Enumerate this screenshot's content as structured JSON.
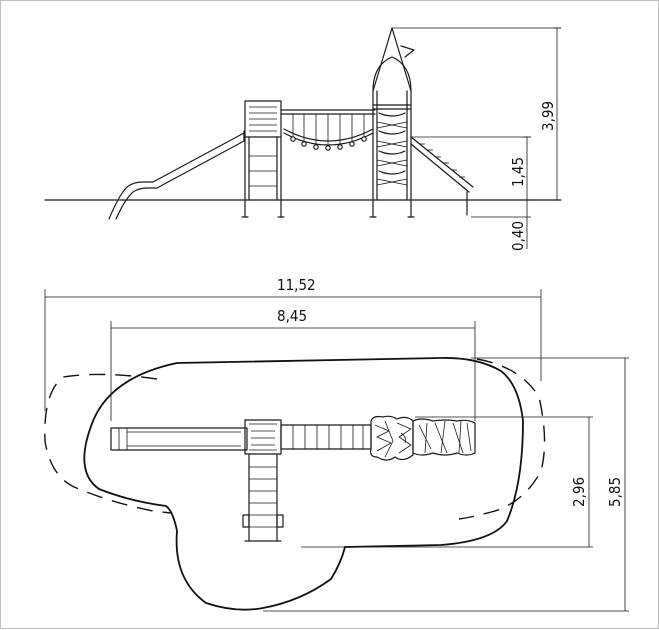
{
  "side_view": {
    "dimensions": {
      "total_height": "3,99",
      "platform_height": "1,45",
      "footing_depth": "0,40"
    }
  },
  "plan_view": {
    "dimensions": {
      "overall_length": "11,52",
      "equipment_length": "8,45",
      "equipment_width": "2,96",
      "overall_width": "5,85"
    }
  }
}
